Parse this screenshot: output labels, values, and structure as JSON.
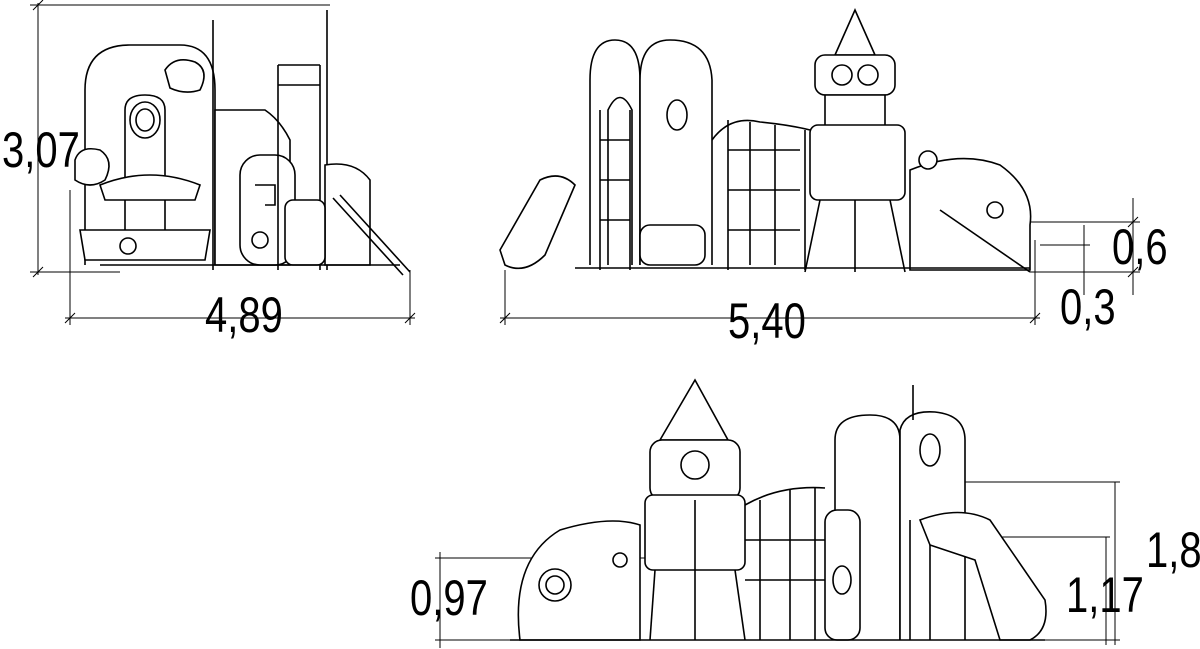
{
  "drawing": {
    "side_view": {
      "height_label": "3,07",
      "width_label": "4,89"
    },
    "front_view": {
      "width_label": "5,40",
      "upper_label": "0,6",
      "lower_label": "0,3"
    },
    "rear_view": {
      "left_height_label": "0,97",
      "mid_height_label": "1,17",
      "total_height_label": "1,8"
    }
  }
}
